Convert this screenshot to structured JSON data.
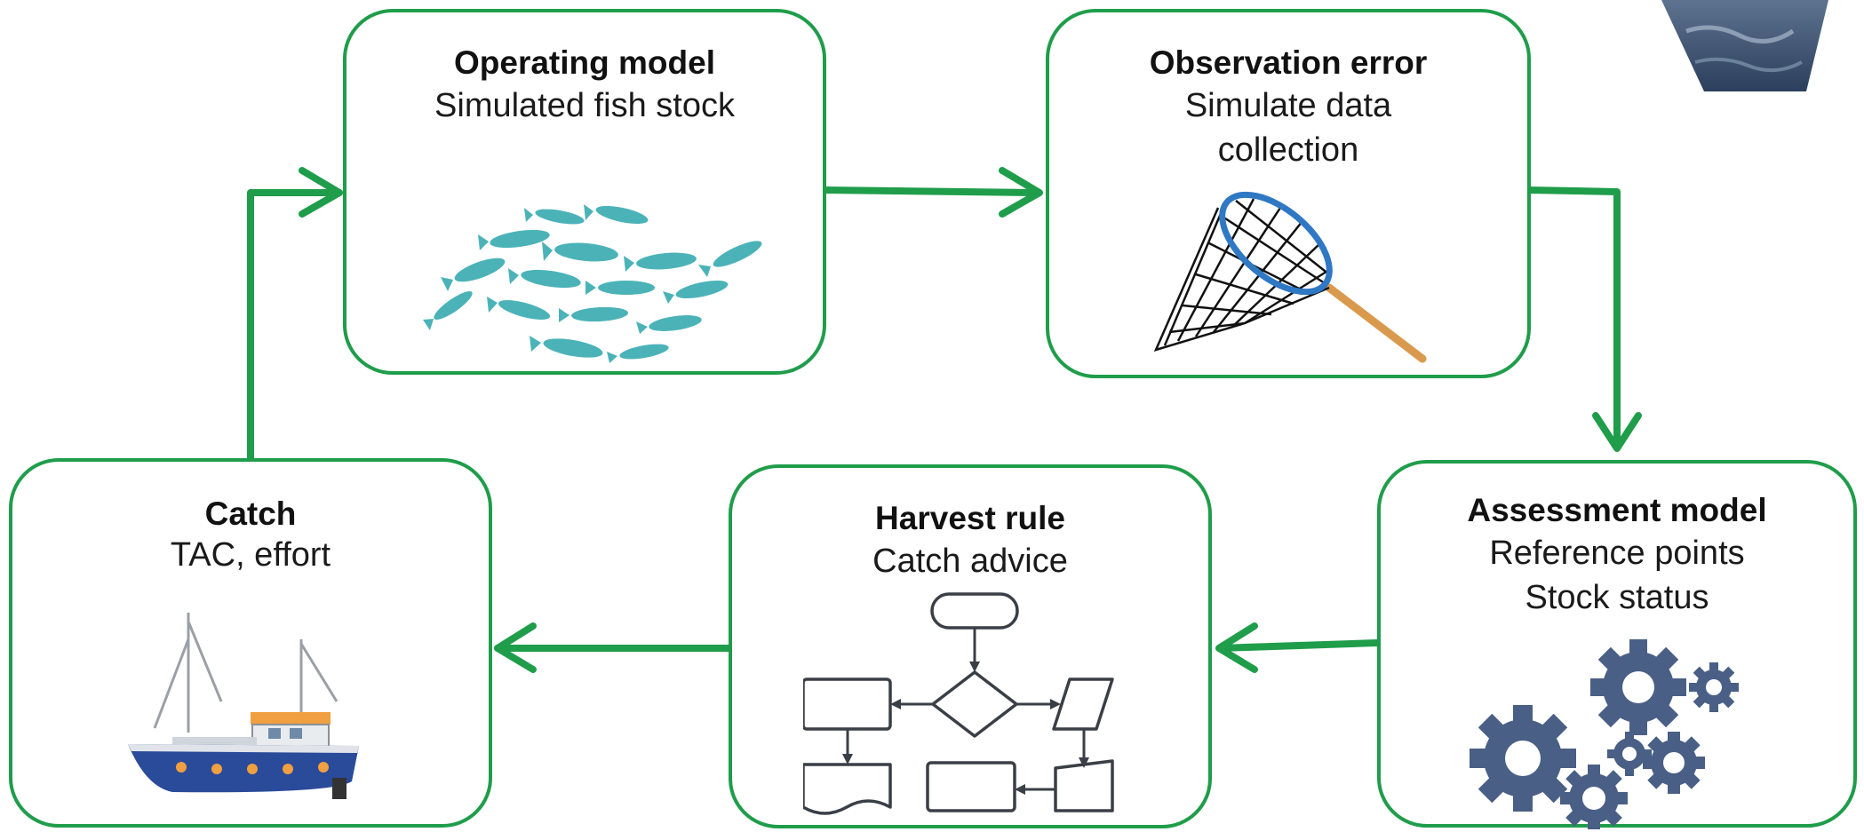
{
  "diagram": {
    "boxes": {
      "operating_model": {
        "title": "Operating model",
        "subtitle": "Simulated fish stock",
        "icon": "fish-school"
      },
      "observation_error": {
        "title": "Observation error",
        "subtitle": "Simulate data\ncollection",
        "icon": "fishing-net"
      },
      "assessment_model": {
        "title": "Assessment model",
        "subtitle": "Reference points\nStock status",
        "icon": "gears"
      },
      "harvest_rule": {
        "title": "Harvest rule",
        "subtitle": "Catch advice",
        "icon": "flowchart"
      },
      "catch": {
        "title": "Catch",
        "subtitle": "TAC, effort",
        "icon": "fishing-boat"
      }
    },
    "flow": [
      "operating_model",
      "observation_error",
      "assessment_model",
      "harvest_rule",
      "catch",
      "operating_model"
    ],
    "colors": {
      "accent": "#1f9d4a",
      "fish": "#4bb3b8",
      "net_rim": "#2f78c4",
      "net_handle": "#d99a4e",
      "gears": "#4a5f85",
      "flowchart_stroke": "#3a3f47",
      "boat_hull": "#2a4a9a"
    }
  }
}
